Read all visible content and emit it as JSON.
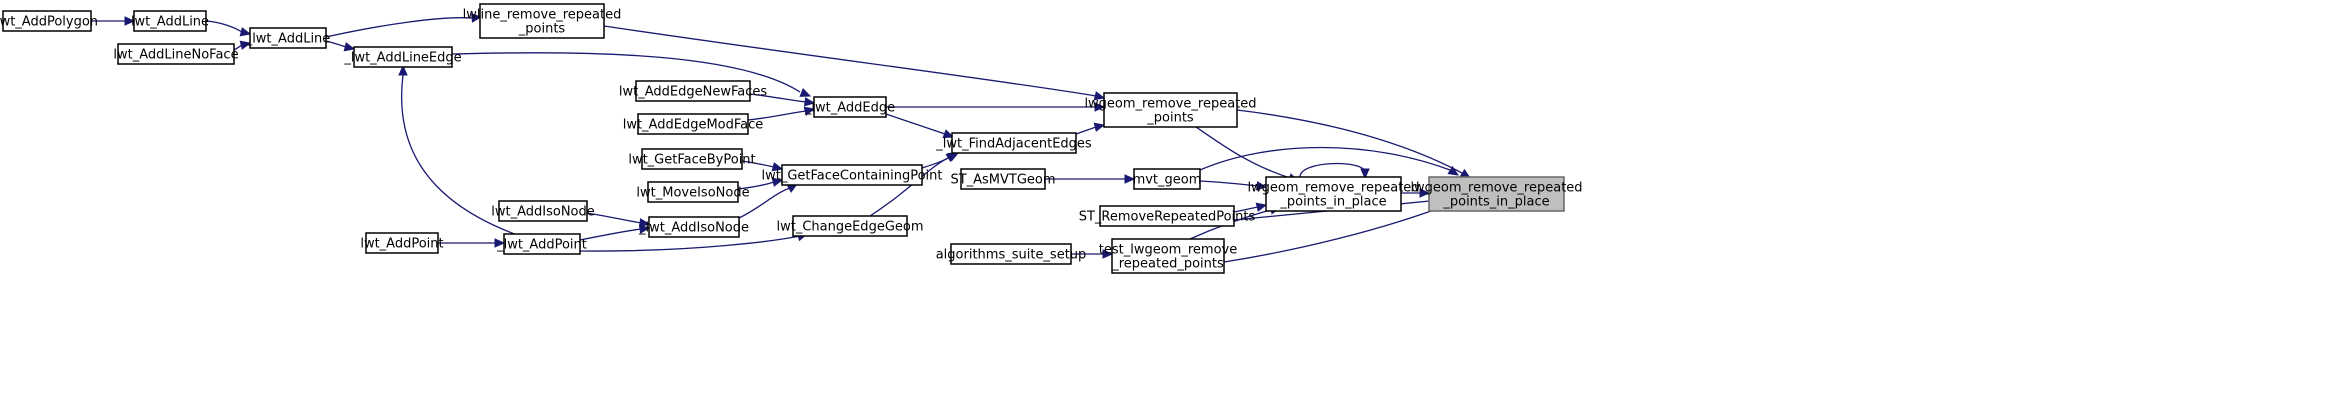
{
  "diagram": {
    "title": "",
    "colors": {
      "edge": "#191970",
      "root_fill": "#bfbfbf",
      "node_fill": "#ffffff",
      "node_border": "#000000"
    },
    "nodes": [
      {
        "id": "lwt_AddPolygon",
        "lines": [
          "lwt_AddPolygon"
        ]
      },
      {
        "id": "lwt_AddLine",
        "lines": [
          "lwt_AddLine"
        ]
      },
      {
        "id": "lwt_AddLineNoFace",
        "lines": [
          "lwt_AddLineNoFace"
        ]
      },
      {
        "id": "_lwt_AddLine",
        "lines": [
          "_lwt_AddLine"
        ]
      },
      {
        "id": "lwline_remove_repeated_points",
        "lines": [
          "lwline_remove_repeated",
          "_points"
        ]
      },
      {
        "id": "_lwt_AddLineEdge",
        "lines": [
          "_lwt_AddLineEdge"
        ]
      },
      {
        "id": "lwt_AddEdgeNewFaces",
        "lines": [
          "lwt_AddEdgeNewFaces"
        ]
      },
      {
        "id": "lwt_AddEdgeModFace",
        "lines": [
          "lwt_AddEdgeModFace"
        ]
      },
      {
        "id": "_lwt_AddEdge",
        "lines": [
          "_lwt_AddEdge"
        ]
      },
      {
        "id": "lwt_GetFaceByPoint",
        "lines": [
          "lwt_GetFaceByPoint"
        ]
      },
      {
        "id": "lwt_MoveIsoNode",
        "lines": [
          "lwt_MoveIsoNode"
        ]
      },
      {
        "id": "lwt_GetFaceContainingPoint",
        "lines": [
          "lwt_GetFaceContainingPoint"
        ]
      },
      {
        "id": "lwt_AddIsoNode",
        "lines": [
          "lwt_AddIsoNode"
        ]
      },
      {
        "id": "_lwt_AddIsoNode",
        "lines": [
          "_lwt_AddIsoNode"
        ]
      },
      {
        "id": "lwt_AddPoint",
        "lines": [
          "lwt_AddPoint"
        ]
      },
      {
        "id": "_lwt_AddPoint",
        "lines": [
          "_lwt_AddPoint"
        ]
      },
      {
        "id": "lwt_ChangeEdgeGeom",
        "lines": [
          "lwt_ChangeEdgeGeom"
        ]
      },
      {
        "id": "_lwt_FindAdjacentEdges",
        "lines": [
          "_lwt_FindAdjacentEdges"
        ]
      },
      {
        "id": "lwgeom_remove_repeated_points",
        "lines": [
          "lwgeom_remove_repeated",
          "_points"
        ]
      },
      {
        "id": "ST_AsMVTGeom",
        "lines": [
          "ST_AsMVTGeom"
        ]
      },
      {
        "id": "mvt_geom",
        "lines": [
          "mvt_geom"
        ]
      },
      {
        "id": "ST_RemoveRepeatedPoints",
        "lines": [
          "ST_RemoveRepeatedPoints"
        ]
      },
      {
        "id": "algorithms_suite_setup",
        "lines": [
          "algorithms_suite_setup"
        ]
      },
      {
        "id": "test_lwgeom_remove_repeated_points",
        "lines": [
          "test_lwgeom_remove",
          "_repeated_points"
        ]
      },
      {
        "id": "lwgeom_remove_repeated_points_in_place",
        "lines": [
          "lwgeom_remove_repeated",
          "_points_in_place"
        ]
      },
      {
        "id": "lwgeom_remove_repeated_points_in_place_root",
        "lines": [
          "lwgeom_remove_repeated",
          "_points_in_place"
        ],
        "root": true
      }
    ],
    "edges": [
      {
        "from": "lwt_AddPolygon",
        "to": "lwt_AddLine"
      },
      {
        "from": "lwt_AddLine",
        "to": "_lwt_AddLine"
      },
      {
        "from": "lwt_AddLineNoFace",
        "to": "_lwt_AddLine"
      },
      {
        "from": "_lwt_AddLine",
        "to": "lwline_remove_repeated_points"
      },
      {
        "from": "_lwt_AddLine",
        "to": "_lwt_AddLineEdge"
      },
      {
        "from": "_lwt_AddLineEdge",
        "to": "_lwt_AddEdge"
      },
      {
        "from": "lwt_AddEdgeNewFaces",
        "to": "_lwt_AddEdge"
      },
      {
        "from": "lwt_AddEdgeModFace",
        "to": "_lwt_AddEdge"
      },
      {
        "from": "lwt_GetFaceByPoint",
        "to": "lwt_GetFaceContainingPoint"
      },
      {
        "from": "lwt_MoveIsoNode",
        "to": "lwt_GetFaceContainingPoint"
      },
      {
        "from": "lwt_AddIsoNode",
        "to": "_lwt_AddIsoNode"
      },
      {
        "from": "_lwt_AddIsoNode",
        "to": "lwt_GetFaceContainingPoint"
      },
      {
        "from": "lwt_AddPoint",
        "to": "_lwt_AddPoint"
      },
      {
        "from": "_lwt_AddPoint",
        "to": "_lwt_AddIsoNode"
      },
      {
        "from": "_lwt_AddPoint",
        "to": "_lwt_AddLineEdge"
      },
      {
        "from": "_lwt_AddPoint",
        "to": "lwt_ChangeEdgeGeom"
      },
      {
        "from": "_lwt_AddEdge",
        "to": "_lwt_FindAdjacentEdges"
      },
      {
        "from": "lwt_GetFaceContainingPoint",
        "to": "_lwt_FindAdjacentEdges"
      },
      {
        "from": "lwt_ChangeEdgeGeom",
        "to": "_lwt_FindAdjacentEdges"
      },
      {
        "from": "lwline_remove_repeated_points",
        "to": "lwgeom_remove_repeated_points"
      },
      {
        "from": "_lwt_AddEdge",
        "to": "lwgeom_remove_repeated_points"
      },
      {
        "from": "_lwt_FindAdjacentEdges",
        "to": "lwgeom_remove_repeated_points"
      },
      {
        "from": "ST_AsMVTGeom",
        "to": "mvt_geom"
      },
      {
        "from": "mvt_geom",
        "to": "lwgeom_remove_repeated_points_in_place"
      },
      {
        "from": "lwgeom_remove_repeated_points",
        "to": "lwgeom_remove_repeated_points_in_place"
      },
      {
        "from": "ST_RemoveRepeatedPoints",
        "to": "lwgeom_remove_repeated_points_in_place"
      },
      {
        "from": "algorithms_suite_setup",
        "to": "test_lwgeom_remove_repeated_points"
      },
      {
        "from": "test_lwgeom_remove_repeated_points",
        "to": "lwgeom_remove_repeated_points_in_place"
      },
      {
        "from": "lwgeom_remove_repeated_points_in_place",
        "to": "lwgeom_remove_repeated_points_in_place"
      },
      {
        "from": "lwgeom_remove_repeated_points_in_place",
        "to": "lwgeom_remove_repeated_points_in_place_root"
      },
      {
        "from": "lwgeom_remove_repeated_points",
        "to": "lwgeom_remove_repeated_points_in_place_root"
      },
      {
        "from": "mvt_geom",
        "to": "lwgeom_remove_repeated_points_in_place_root"
      },
      {
        "from": "ST_RemoveRepeatedPoints",
        "to": "lwgeom_remove_repeated_points_in_place_root"
      },
      {
        "from": "test_lwgeom_remove_repeated_points",
        "to": "lwgeom_remove_repeated_points_in_place_root"
      }
    ]
  }
}
